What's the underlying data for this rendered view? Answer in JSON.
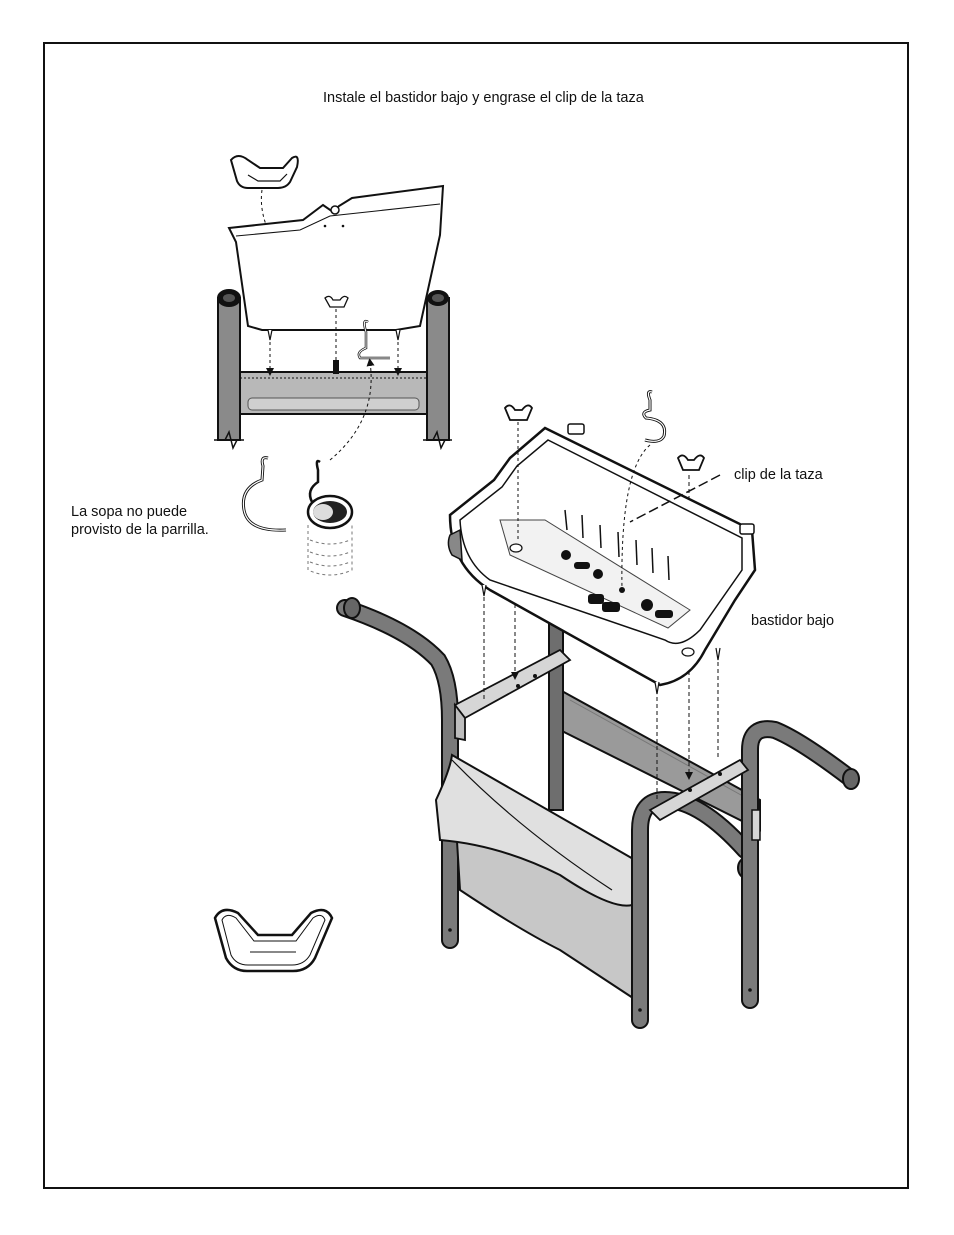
{
  "title": "Instale el bastidor bajo y engrase el clip de la taza",
  "labels": {
    "clip": "clip de la taza",
    "bastidor": "bastidor bajo"
  },
  "note": {
    "line1": "La sopa no puede",
    "line2": "provisto de la parrilla."
  },
  "colors": {
    "frame": "#111111",
    "tube": "#7a7a7a",
    "tube_dark": "#5e5e5e",
    "panel": "#cfcfcf",
    "panel_light": "#e2e2e2",
    "black": "#111111"
  }
}
